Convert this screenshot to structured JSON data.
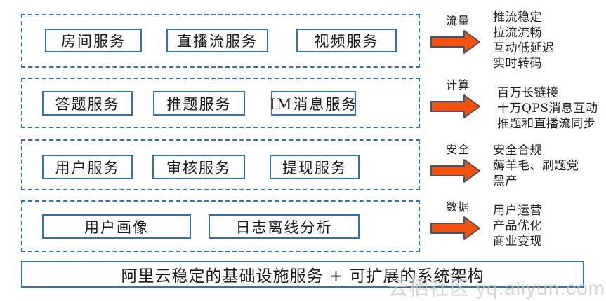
{
  "diagram": {
    "rows": [
      {
        "services": [
          "房间服务",
          "直播流服务",
          "视频服务"
        ],
        "arrow_label": "流量",
        "benefits": [
          "推流稳定",
          "拉流流畅",
          "互动低延迟",
          "实时转码"
        ]
      },
      {
        "services": [
          "答题服务",
          "推题服务",
          "IM消息服务"
        ],
        "arrow_label": "计算",
        "benefits": [
          "百万长链接",
          "十万QPS消息互动",
          "推题和直播流同步"
        ]
      },
      {
        "services": [
          "用户服务",
          "审核服务",
          "提现服务"
        ],
        "arrow_label": "安全",
        "benefits": [
          "安全合规",
          "薅羊毛、刷题党",
          "黑产"
        ]
      },
      {
        "services": [
          "用户画像",
          "日志离线分析"
        ],
        "arrow_label": "数据",
        "benefits": [
          "用户运营",
          "产品优化",
          "商业变现"
        ]
      }
    ],
    "footer": "阿里云稳定的基础设施服务 + 可扩展的系统架构",
    "watermark": "云栖社区 yq.aliyun.com",
    "icons": {
      "arrow": "right-arrow-icon"
    },
    "colors": {
      "box_border": "#2E74B5",
      "arrow_fill": "#F4500E",
      "arrow_outline": "#44546A",
      "text": "#1A1A1A",
      "watermark": "#C9C9C9"
    }
  }
}
